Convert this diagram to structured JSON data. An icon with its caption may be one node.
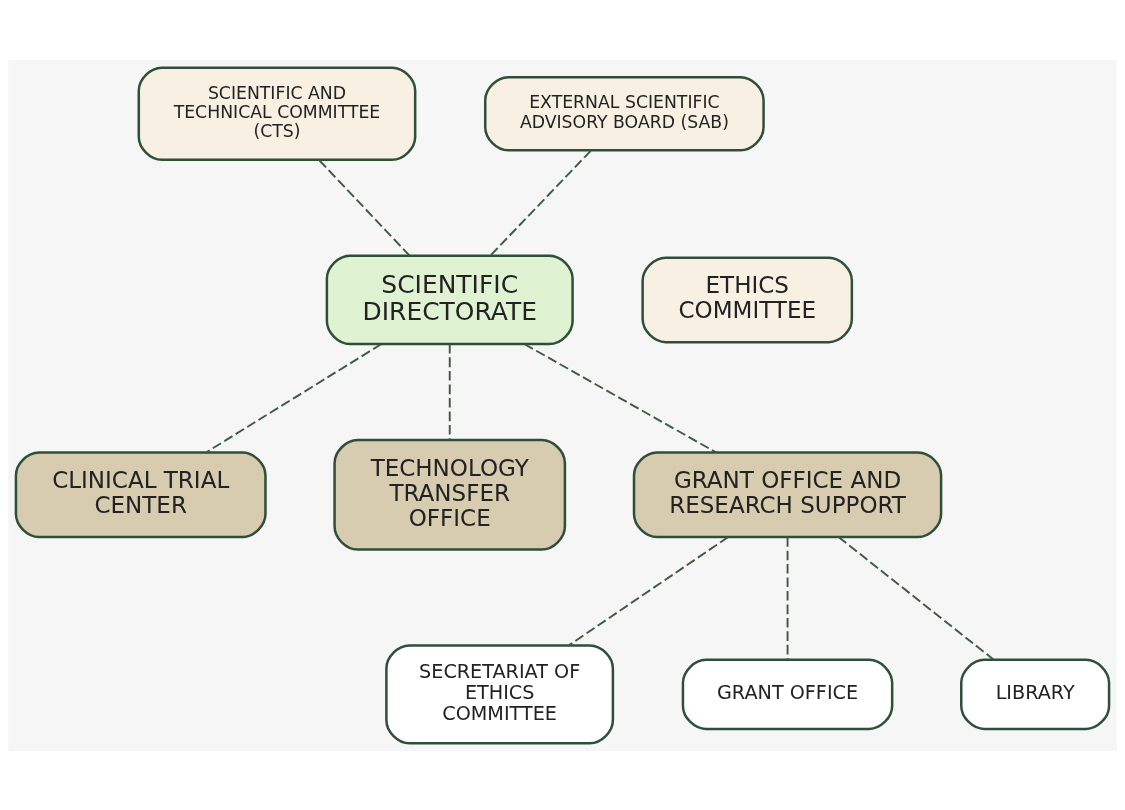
{
  "diagram": {
    "nodes": [
      {
        "text": [
          "SCIENTIFIC AND TECHNICAL COMMITTEE (CTS)"
        ]
      },
      {
        "text": [
          "EXTERNAL SCIENTIFIC ADVISORY BOARD (SAB)"
        ]
      },
      {
        "text": [
          "SCIENTIFIC DIRECTORATE"
        ]
      },
      {
        "text": [
          "ETHICS COMMITTEE"
        ]
      },
      {
        "text": [
          "CLINICAL TRIAL CENTER"
        ]
      },
      {
        "text": [
          "TECHNOLOGY TRANSFER OFFICE"
        ]
      },
      {
        "text": [
          "GRANT OFFICE AND RESEARCH SUPPORT"
        ]
      },
      {
        "text": [
          "SECRETARIAT OF ETHICS COMMITTEE"
        ]
      },
      {
        "text": [
          "GRANT OFFICE"
        ]
      },
      {
        "text": [
          "LIBRARY"
        ]
      }
    ],
    "edges": [
      {
        "from": 0,
        "to": 2,
        "arrow": "none",
        "style": "dashed"
      },
      {
        "from": 1,
        "to": 2,
        "arrow": "none",
        "style": "dashed"
      },
      {
        "from": 2,
        "to": 4,
        "arrow": "none",
        "style": "dashed"
      },
      {
        "from": 2,
        "to": 5,
        "arrow": "none",
        "style": "dashed"
      },
      {
        "from": 2,
        "to": 6,
        "arrow": "none",
        "style": "dashed"
      },
      {
        "from": 6,
        "to": 7,
        "arrow": "none",
        "style": "dashed"
      },
      {
        "from": 6,
        "to": 8,
        "arrow": "none",
        "style": "dashed"
      },
      {
        "from": 6,
        "to": 9,
        "arrow": "none",
        "style": "dashed"
      }
    ]
  }
}
